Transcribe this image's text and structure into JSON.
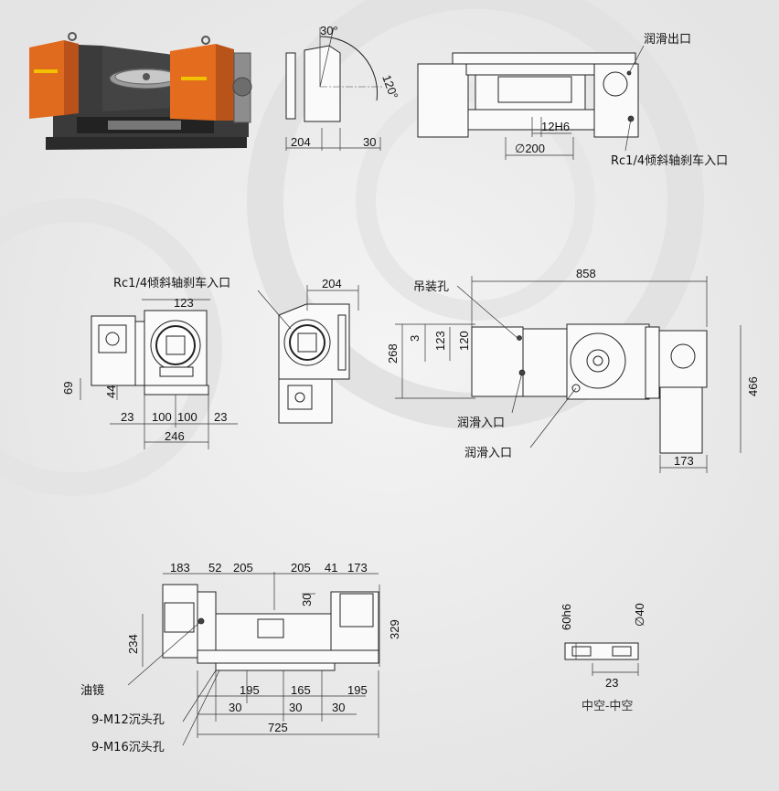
{
  "photo": {
    "label_text": ""
  },
  "dimensions": {
    "top_side": {
      "d1": "30°",
      "d2": "120°",
      "d3": "204",
      "d4": "30"
    },
    "top_right": {
      "d1": "12H6",
      "d2": "∅200"
    },
    "front": {
      "d1": "123",
      "d2": "69",
      "d3": "44",
      "d4": "23",
      "d5": "100",
      "d6": "100",
      "d7": "23",
      "d8": "246"
    },
    "tilt": {
      "d1": "204"
    },
    "plan": {
      "d1": "858",
      "d2": "268",
      "d3": "3",
      "d4": "123",
      "d5": "120",
      "d6": "466",
      "d7": "173"
    },
    "bottom": {
      "d1": "183",
      "d2": "52",
      "d3": "205",
      "d4": "205",
      "d5": "41",
      "d6": "173",
      "d7": "30",
      "d8": "234",
      "d9": "329",
      "d10": "195",
      "d11": "165",
      "d12": "195",
      "d13": "30",
      "d14": "30",
      "d15": "30",
      "d16": "725"
    },
    "hollow": {
      "d1": "60h6",
      "d2": "∅40",
      "d3": "23"
    }
  },
  "labels": {
    "lube_outlet": "润滑出口",
    "brake_inlet_top": "Rc1/4倾斜轴刹车入口",
    "brake_inlet_mid": "Rc1/4倾斜轴刹车入口",
    "lifting_hole": "吊装孔",
    "lube_inlet_1": "润滑入口",
    "lube_inlet_2": "润滑入口",
    "oil_gauge": "油镜",
    "m12": "9-M12沉头孔",
    "m16": "9-M16沉头孔",
    "hollow_caption": "中空-中空"
  }
}
